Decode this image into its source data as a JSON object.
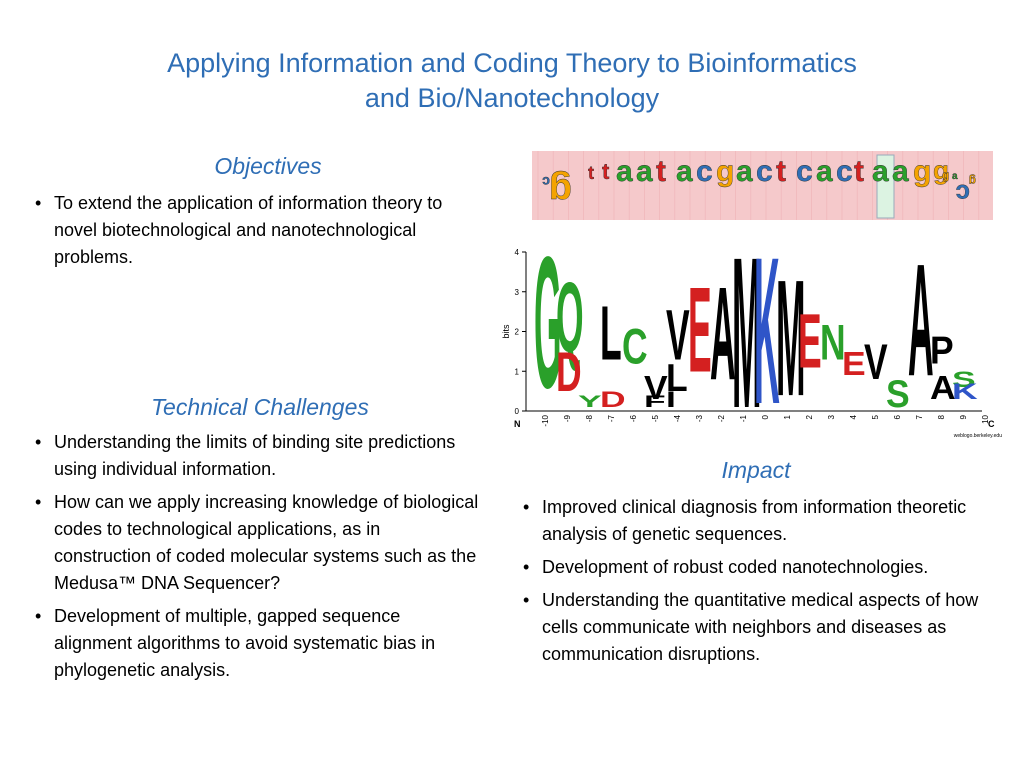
{
  "slide": {
    "title_line1": "Applying Information and Coding Theory to Bioinformatics",
    "title_line2": "and Bio/Nanotechnology"
  },
  "objectives": {
    "heading": "Objectives",
    "items": [
      "To extend the application of information theory to novel biotechnological and nanotechnological problems."
    ]
  },
  "challenges": {
    "heading": "Technical Challenges",
    "items": [
      "Understanding the limits of binding site predictions using individual information.",
      "How can we apply increasing knowledge of biological codes to technological applications, as in construction of coded molecular systems such as the Medusa™ DNA Sequencer?",
      "Development of multiple, gapped sequence alignment algorithms to avoid systematic bias in phylogenetic analysis."
    ]
  },
  "impact": {
    "heading": "Impact",
    "items": [
      "Improved clinical diagnosis from information theoretic analysis of genetic sequences.",
      "Development of robust coded nanotechnologies.",
      "Understanding the quantitative medical aspects of how cells communicate with neighbors and diseases as communication disruptions."
    ]
  },
  "dna_logo": {
    "background": "#f5c9cb",
    "letters": [
      "c",
      "g",
      "t",
      "t",
      "a",
      "a",
      "t",
      "a",
      "c",
      "g",
      "a",
      "c",
      "t",
      "c",
      "a",
      "c",
      "t",
      "a",
      "a",
      "g",
      "g",
      "g",
      "a",
      "g",
      "c"
    ]
  },
  "protein_logo": {
    "ylabel": "bits",
    "yticks": [
      "0",
      "1",
      "2",
      "3",
      "4"
    ],
    "xticks": [
      "-10",
      "-9",
      "-8",
      "-7",
      "-6",
      "-5",
      "-4",
      "-3",
      "-2",
      "-1",
      "0",
      "1",
      "2",
      "3",
      "4",
      "5",
      "6",
      "7",
      "8",
      "9",
      "10"
    ],
    "n_label": "N",
    "c_label": "C",
    "credit": "weblogo.berkeley.edu",
    "letters": [
      "G",
      "Q",
      "D",
      "L",
      "C",
      "V",
      "L",
      "E",
      "A",
      "M",
      "K",
      "M",
      "E",
      "N",
      "E",
      "V",
      "A",
      "P",
      "S",
      "K",
      "D",
      "S",
      "V",
      "I",
      "F",
      "Y",
      "A"
    ]
  },
  "colors": {
    "title": "#2f6eb5",
    "nuc_a": "#2aa02a",
    "nuc_c": "#2f6eb5",
    "nuc_g": "#f4a300",
    "nuc_t": "#d42020",
    "aa_hydrophobic": "#000000",
    "aa_polar": "#2aa02a",
    "aa_acidic": "#d42020",
    "aa_basic": "#2f55c8",
    "aa_other": "#f0d000"
  }
}
